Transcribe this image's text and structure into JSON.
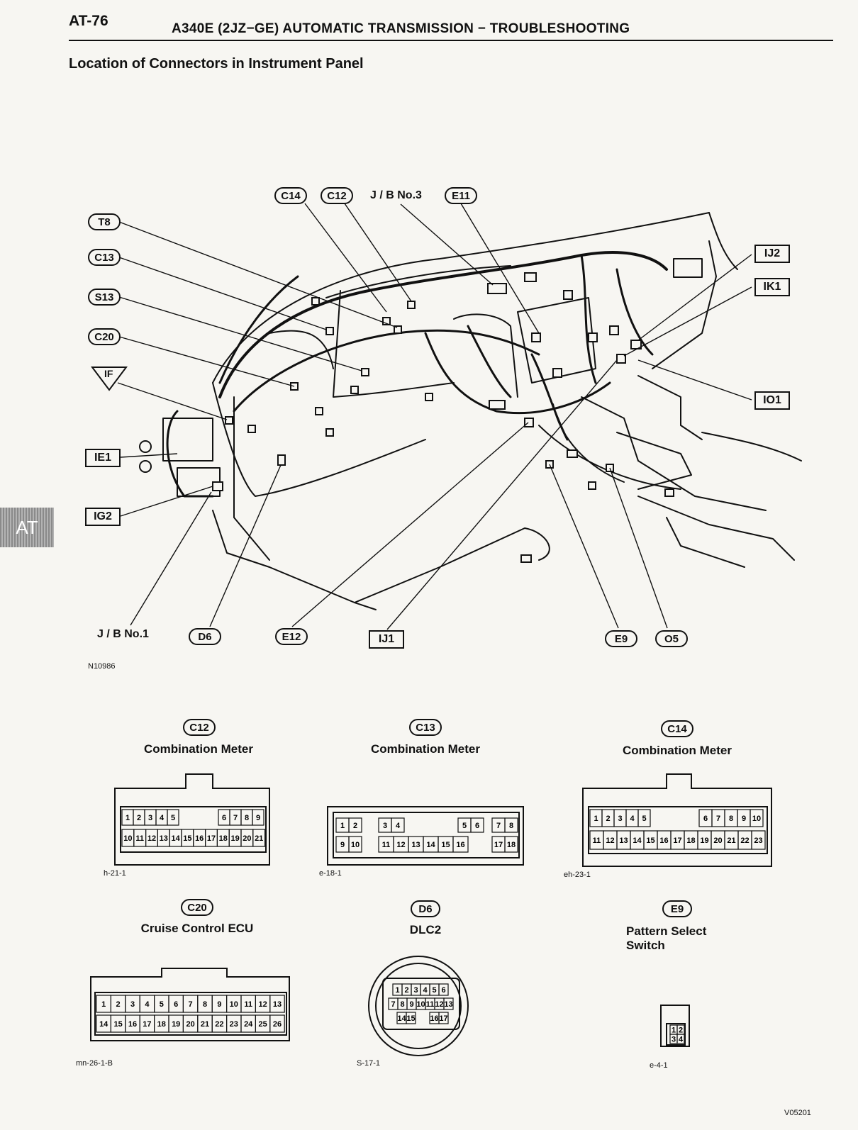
{
  "header": {
    "page_number": "AT-76",
    "title": "A340E (2JZ−GE) AUTOMATIC TRANSMISSION − TROUBLESHOOTING",
    "section_title": "Location of Connectors in Instrument Panel",
    "side_tab": "AT"
  },
  "diagram": {
    "figure_code": "N10986",
    "labels": {
      "c14": "C14",
      "c12": "C12",
      "jb3": "J / B No.3",
      "e11": "E11",
      "t8": "T8",
      "c13": "C13",
      "s13": "S13",
      "c20": "C20",
      "if": "IF",
      "ie1": "IE1",
      "ig2": "IG2",
      "ij2": "IJ2",
      "ik1": "IK1",
      "io1": "IO1",
      "jb1": "J / B No.1",
      "d6": "D6",
      "e12": "E12",
      "ij1": "IJ1",
      "e9": "E9",
      "o5": "O5"
    }
  },
  "connectors": {
    "c12": {
      "id": "C12",
      "name": "Combination Meter",
      "code": "h-21-1",
      "pins": [
        "1",
        "2",
        "3",
        "4",
        "5",
        "6",
        "7",
        "8",
        "9",
        "10",
        "11",
        "12",
        "13",
        "14",
        "15",
        "16",
        "17",
        "18",
        "19",
        "20",
        "21"
      ]
    },
    "c13": {
      "id": "C13",
      "name": "Combination Meter",
      "code": "e-18-1",
      "pins": [
        "1",
        "2",
        "3",
        "4",
        "5",
        "6",
        "7",
        "8",
        "9",
        "10",
        "11",
        "12",
        "13",
        "14",
        "15",
        "16",
        "17",
        "18"
      ]
    },
    "c14": {
      "id": "C14",
      "name": "Combination Meter",
      "code": "eh-23-1",
      "pins": [
        "1",
        "2",
        "3",
        "4",
        "5",
        "6",
        "7",
        "8",
        "9",
        "10",
        "11",
        "12",
        "13",
        "14",
        "15",
        "16",
        "17",
        "18",
        "19",
        "20",
        "21",
        "22",
        "23"
      ]
    },
    "c20": {
      "id": "C20",
      "name": "Cruise Control ECU",
      "code": "mn-26-1-B",
      "pins": [
        "1",
        "2",
        "3",
        "4",
        "5",
        "6",
        "7",
        "8",
        "9",
        "10",
        "11",
        "12",
        "13",
        "14",
        "15",
        "16",
        "17",
        "18",
        "19",
        "20",
        "21",
        "22",
        "23",
        "24",
        "25",
        "26"
      ]
    },
    "d6": {
      "id": "D6",
      "name": "DLC2",
      "code": "S-17-1",
      "pins": [
        "1",
        "2",
        "3",
        "4",
        "5",
        "6",
        "7",
        "8",
        "9",
        "10",
        "11",
        "12",
        "13",
        "14",
        "15",
        "16",
        "17"
      ]
    },
    "e9": {
      "id": "E9",
      "name_line1": "Pattern Select",
      "name_line2": "Switch",
      "code": "e-4-1",
      "pins": [
        "1",
        "2",
        "3",
        "4"
      ]
    }
  },
  "footer_code": "V05201"
}
